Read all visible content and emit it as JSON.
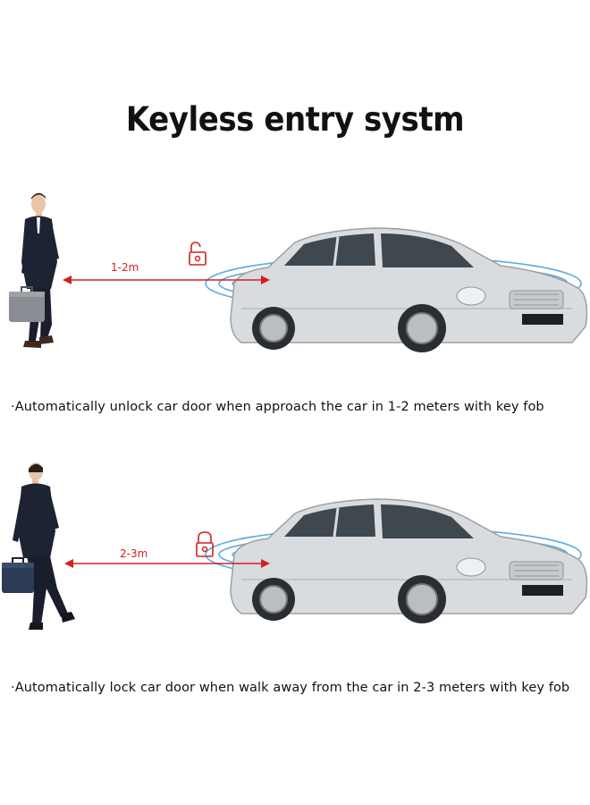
{
  "title": "Keyless entry systm",
  "scenes": [
    {
      "distance": "1-2m",
      "lock_state": "unlocked",
      "person_direction": "approaching",
      "caption": "·Automatically unlock car door when approach the car in 1-2 meters with key fob"
    },
    {
      "distance": "2-3m",
      "lock_state": "locked",
      "person_direction": "walking-away",
      "caption": "·Automatically lock car door when walk away from the car in 2-3 meters with key fob"
    }
  ],
  "colors": {
    "arrow": "#d42020",
    "signal_rings": "#4aa3df",
    "car_body": "#d9dcdf",
    "suit": "#1e2333",
    "briefcase_1": "#8a8d93",
    "briefcase_2": "#2c3b56"
  }
}
